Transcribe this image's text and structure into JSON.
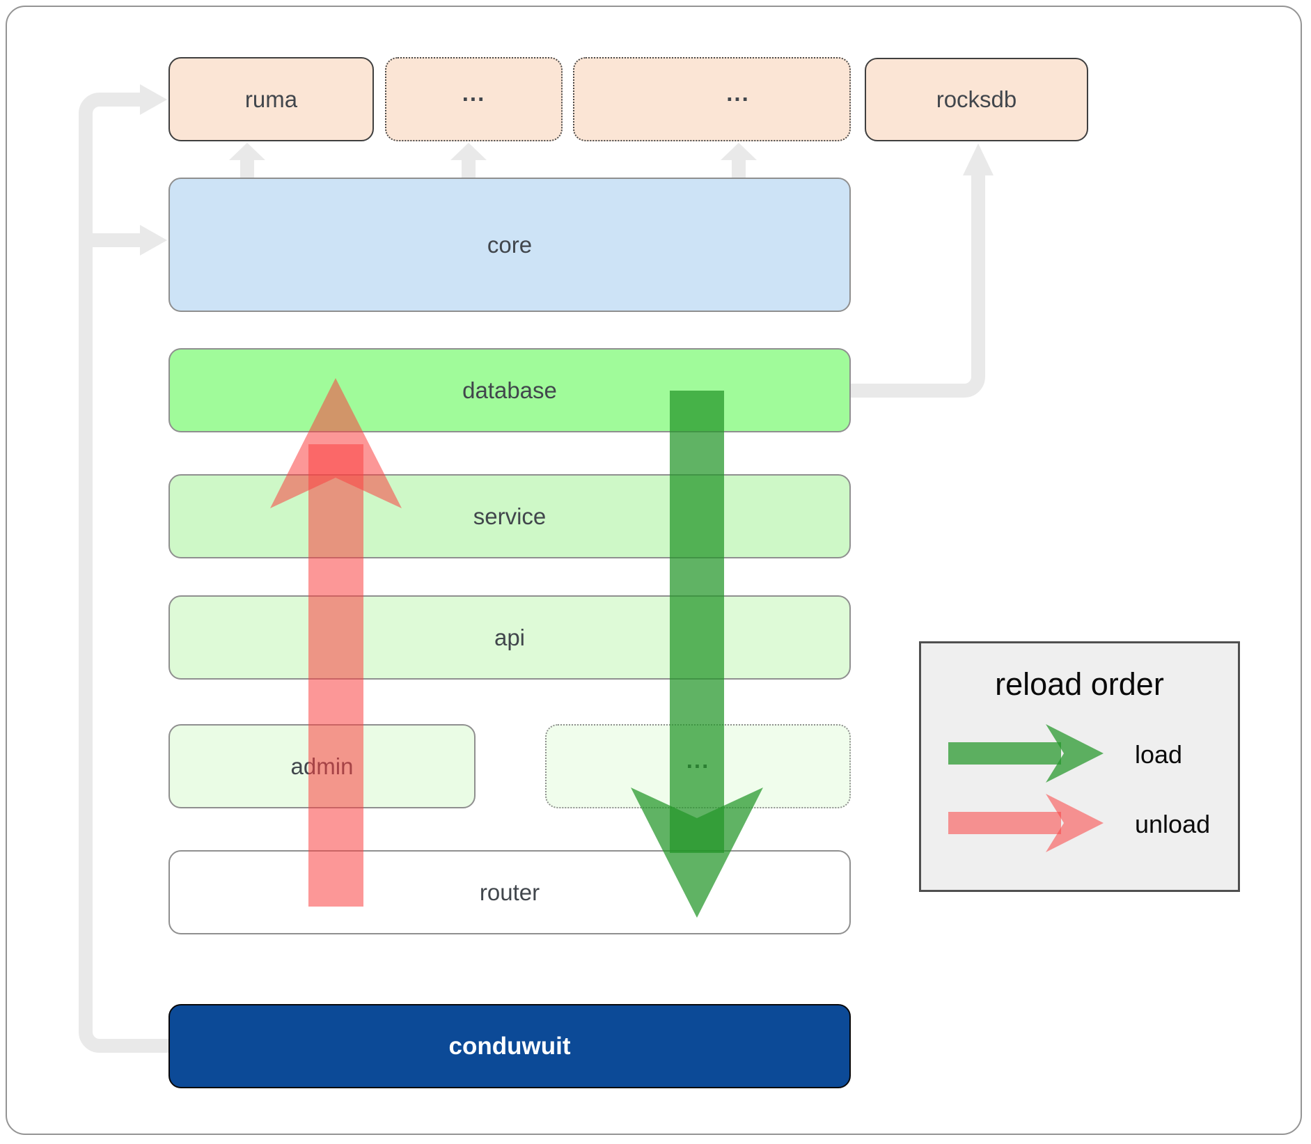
{
  "diagram": {
    "nodes": {
      "ruma": "ruma",
      "deps_more_1": "...",
      "deps_more_2": "...",
      "rocksdb": "rocksdb",
      "core": "core",
      "database": "database",
      "service": "service",
      "api": "api",
      "admin": "admin",
      "crates_more": "...",
      "router": "router",
      "conduwuit": "conduwuit"
    },
    "legend": {
      "title": "reload order",
      "load_label": "load",
      "unload_label": "unload"
    },
    "colors": {
      "load_arrow": "#239628",
      "unload_arrow": "#fa4141",
      "dependency_fill": "#fbe5d5",
      "core_fill": "#cde3f6",
      "database_fill": "#a0fb9a",
      "conduwuit_fill": "#0c4a97",
      "connector": "#e9e9e9",
      "legend_background": "#efefef"
    }
  }
}
